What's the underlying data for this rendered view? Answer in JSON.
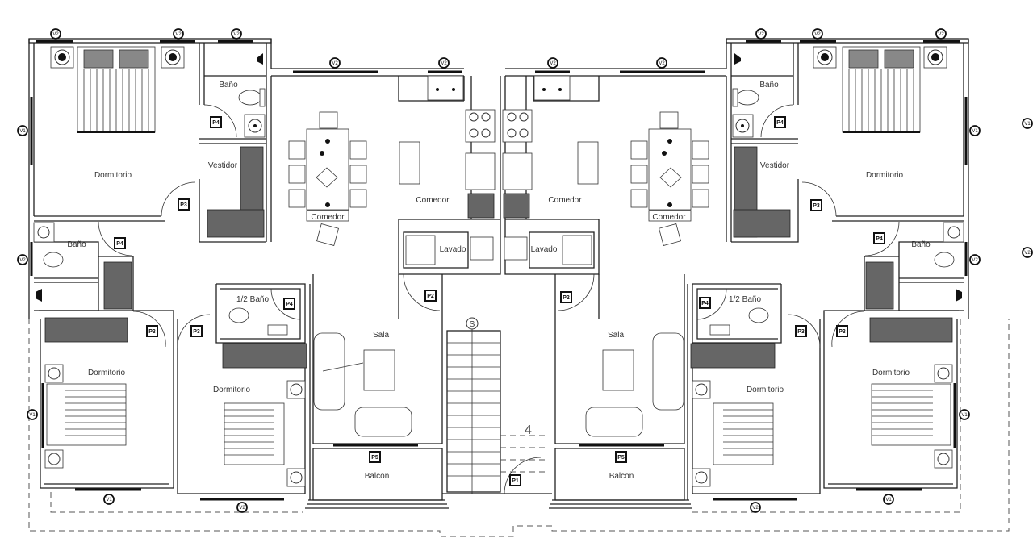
{
  "plan": {
    "type": "architectural-floor-plan",
    "units": 2,
    "left_unit": {
      "rooms": {
        "master_bedroom": "Dormitorio",
        "master_bath": "Baño",
        "walk_in_closet": "Vestidor",
        "dining_table_label": "Comedor",
        "dining_kitchen": "Comedor",
        "laundry": "Lavado",
        "secondary_bath": "Baño",
        "half_bath": "1/2 Baño",
        "bedroom_2": "Dormitorio",
        "bedroom_3": "Dormitorio",
        "living_room": "Sala",
        "balcony": "Balcon"
      }
    },
    "right_unit": {
      "rooms": {
        "master_bedroom": "Dormitorio",
        "master_bath": "Baño",
        "walk_in_closet": "Vestidor",
        "dining_table_label": "Comedor",
        "dining_kitchen": "Comedor",
        "laundry": "Lavado",
        "secondary_bath": "Baño",
        "half_bath": "1/2 Baño",
        "bedroom_2": "Dormitorio",
        "bedroom_3": "Dormitorio",
        "living_room": "Sala",
        "balcony": "Balcon"
      }
    },
    "stair": {
      "symbol": "S",
      "arrow_number": "4"
    },
    "door_tags": {
      "p1": "P1",
      "p2": "P2",
      "p3": "P3",
      "p4": "P4",
      "p5": "P5"
    },
    "window_tags": {
      "v1": "V1",
      "v2": "V2"
    },
    "colors": {
      "line": "#222222",
      "closet_fill": "#666666",
      "background": "#ffffff"
    }
  }
}
